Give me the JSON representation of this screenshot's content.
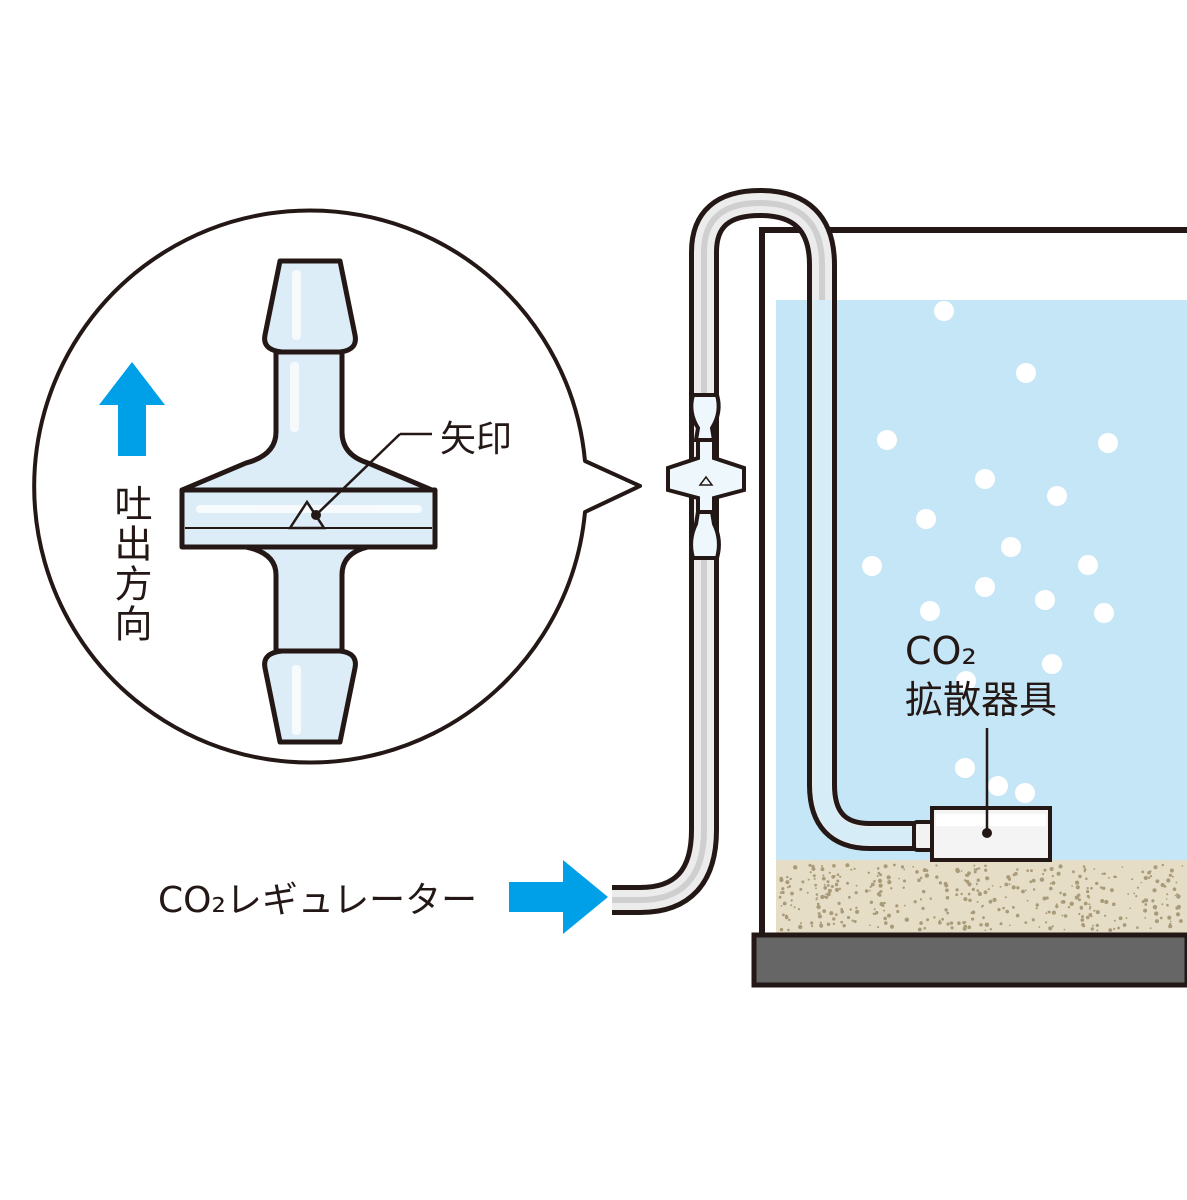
{
  "labels": {
    "discharge_direction": "吐出方向",
    "arrow_mark": "矢印",
    "regulator": "CO₂レギュレーター",
    "diffuser_line1": "CO₂",
    "diffuser_line2": "拡散器具"
  },
  "colors": {
    "outline": "#231815",
    "water": "#c5e6f6",
    "valve_body": "#dcedf8",
    "arrow": "#00a0e9",
    "gravel": "#e6ddc6",
    "tank_base": "#666666",
    "tube_fill": "#d8d8d8",
    "bubble": "#ffffff"
  },
  "icons": {
    "flow_arrow_up": "arrow-up-icon",
    "flow_arrow_right": "arrow-right-icon"
  }
}
